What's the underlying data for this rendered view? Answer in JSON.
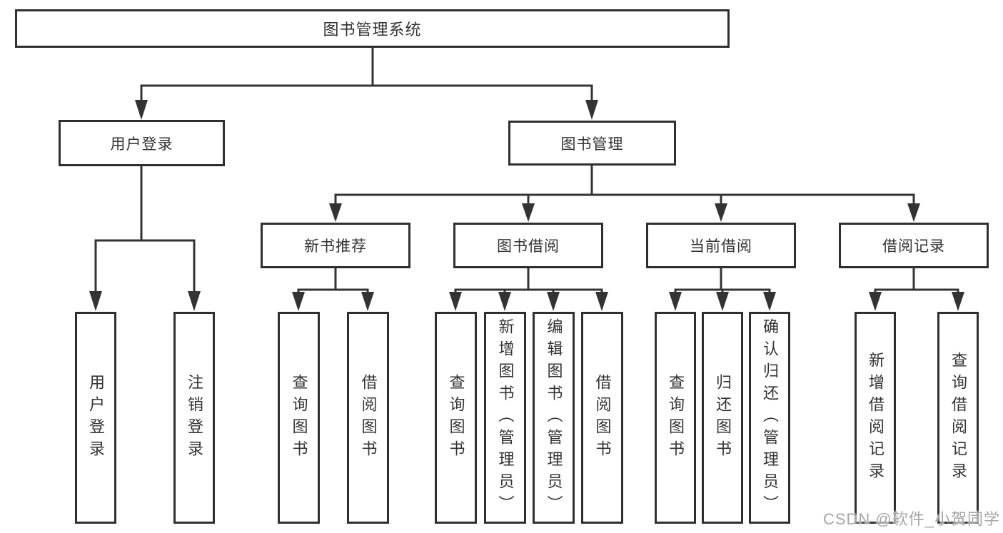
{
  "root": {
    "label": "图书管理系统"
  },
  "login": {
    "label": "用户登录",
    "children": [
      {
        "label": "用户登录"
      },
      {
        "label": "注销登录"
      }
    ]
  },
  "mgmt": {
    "label": "图书管理",
    "modules": [
      {
        "label": "新书推荐",
        "children": [
          {
            "label": "查询图书"
          },
          {
            "label": "借阅图书"
          }
        ]
      },
      {
        "label": "图书借阅",
        "children": [
          {
            "label": "查询图书"
          },
          {
            "label": "新增图书（管理员）"
          },
          {
            "label": "编辑图书（管理员）"
          },
          {
            "label": "借阅图书"
          }
        ]
      },
      {
        "label": "当前借阅",
        "children": [
          {
            "label": "查询图书"
          },
          {
            "label": "归还图书"
          },
          {
            "label": "确认归还（管理员）"
          }
        ]
      },
      {
        "label": "借阅记录",
        "children": [
          {
            "label": "新增借阅记录"
          },
          {
            "label": "查询借阅记录"
          }
        ]
      }
    ]
  },
  "watermark": {
    "text": "CSDN @软件_小贺同学"
  },
  "colors": {
    "line": "#333333",
    "box_border": "#2f2f2f",
    "box_fill": "#ffffff",
    "text": "#333333",
    "watermark": "#a6a6a6",
    "background": "#ffffff"
  }
}
